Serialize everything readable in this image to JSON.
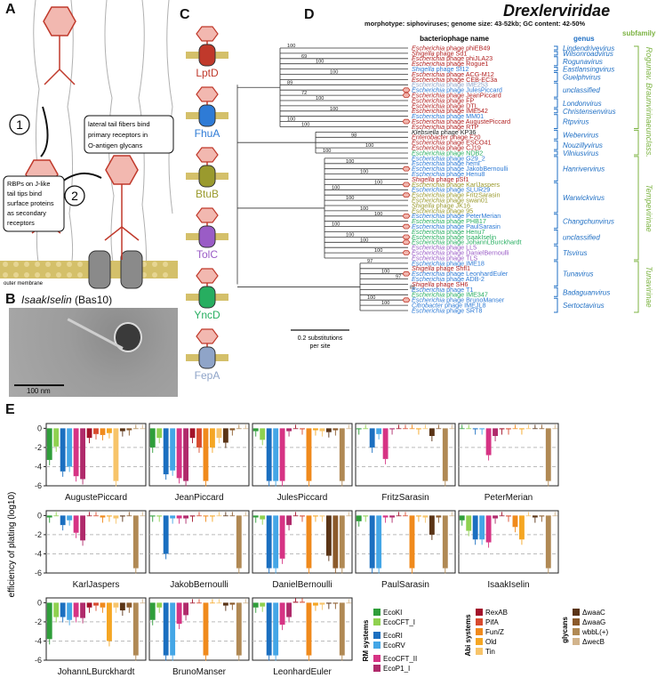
{
  "panels": {
    "A": "A",
    "B": "B",
    "C": "C",
    "D": "D",
    "E": "E"
  },
  "panel_a": {
    "step1": "1",
    "step2": "2",
    "callout1": [
      "lateral tail fibers bind",
      "primary receptors in",
      "O-antigen glycans"
    ],
    "callout2": [
      "RBPs on J-like",
      "tail tips bind",
      "surface proteins",
      "as secondary",
      "receptors"
    ],
    "outer_membrane": "outer membrane"
  },
  "panel_b": {
    "title": "IsaakIselin",
    "subtitle": "(Bas10)",
    "scalebar": "100 nm"
  },
  "panel_c": {
    "receptors": [
      {
        "name": "LptD",
        "color": "#c0392b"
      },
      {
        "name": "FhuA",
        "color": "#2e7bd6"
      },
      {
        "name": "BtuB",
        "color": "#9a9a2e"
      },
      {
        "name": "TolC",
        "color": "#9a5cc6"
      },
      {
        "name": "YncD",
        "color": "#27ae60"
      },
      {
        "name": "FepA",
        "color": "#8fa4c8"
      }
    ]
  },
  "panel_d": {
    "title": "Drexlerviridae",
    "subtitle": "morphotype: siphoviruses; genome size: 43-52kb; GC content: 42-50%",
    "col_name": "bacteriophage name",
    "col_genus": "genus",
    "col_subfamily": "subfamily",
    "scale_label": [
      "0.2 substitutions",
      "per site"
    ],
    "taxa": [
      {
        "host": "Escherichia",
        "rest": " phage phiEB49",
        "color": "#b22222",
        "mark": false
      },
      {
        "host": "Shigella",
        "rest": " phage Sd1",
        "color": "#b22222",
        "mark": false
      },
      {
        "host": "Escherichia",
        "rest": " phage phiJLA23",
        "color": "#b22222",
        "mark": false
      },
      {
        "host": "Escherichia",
        "rest": " phage Rogue1",
        "color": "#b22222",
        "mark": false
      },
      {
        "host": "Shigella",
        "rest": " phage Sf12",
        "color": "#2e7bd6",
        "mark": false
      },
      {
        "host": "Escherichia",
        "rest": " phage ACG-M12",
        "color": "#b22222",
        "mark": false
      },
      {
        "host": "Escherichia",
        "rest": " phage CEB-EC3a",
        "color": "#b22222",
        "mark": false
      },
      {
        "host": "Escherichia",
        "rest": " phage IME253",
        "color": "#8fa4c8",
        "mark": false
      },
      {
        "host": "Escherichia",
        "rest": " phage JulesPiccard",
        "color": "#2e7bd6",
        "mark": true
      },
      {
        "host": "Escherichia",
        "rest": " phage JeanPiccard",
        "color": "#b22222",
        "mark": true
      },
      {
        "host": "Escherichia",
        "rest": " phage FP",
        "color": "#b22222",
        "mark": false
      },
      {
        "host": "Escherichia",
        "rest": " phage DTL",
        "color": "#b22222",
        "mark": false
      },
      {
        "host": "Escherichia",
        "rest": " phage IME542",
        "color": "#b22222",
        "mark": false
      },
      {
        "host": "Escherichia",
        "rest": " phage MM01",
        "color": "#2e7bd6",
        "mark": false
      },
      {
        "host": "Escherichia",
        "rest": " phage AugustePiccard",
        "color": "#b22222",
        "mark": true
      },
      {
        "host": "Escherichia",
        "rest": " phage RTP",
        "color": "#b22222",
        "mark": false
      },
      {
        "host": "Klebsiella",
        "rest": " phage KP36",
        "color": "#222222",
        "mark": false
      },
      {
        "host": "Enterobacter",
        "rest": " phage F20",
        "color": "#b22222",
        "mark": false
      },
      {
        "host": "Escherichia",
        "rest": " phage ESCO41",
        "color": "#b22222",
        "mark": false
      },
      {
        "host": "Escherichia",
        "rest": " phage CJ19",
        "color": "#b22222",
        "mark": false
      },
      {
        "host": "Escherichia",
        "rest": " phage NDB2",
        "color": "#27ae60",
        "mark": false
      },
      {
        "host": "Escherichia",
        "rest": " phage G29_2",
        "color": "#2e7bd6",
        "mark": false
      },
      {
        "host": "Escherichia",
        "rest": " phage hemi",
        "color": "#2e7bd6",
        "mark": false
      },
      {
        "host": "Escherichia",
        "rest": " phage JakobBernoulli",
        "color": "#2e7bd6",
        "mark": true
      },
      {
        "host": "Escherichia",
        "rest": " phage Henu8",
        "color": "#2e7bd6",
        "mark": false
      },
      {
        "host": "Shigella",
        "rest": " phage pSf1",
        "color": "#b22222",
        "mark": false
      },
      {
        "host": "Escherichia",
        "rest": " phage KarlJaspers",
        "color": "#9a9a2e",
        "mark": true
      },
      {
        "host": "Escherichia",
        "rest": " phage SLUR29",
        "color": "#2e7bd6",
        "mark": false
      },
      {
        "host": "Escherichia",
        "rest": " phage FritzSarasin",
        "color": "#9a9a2e",
        "mark": true
      },
      {
        "host": "Escherichia",
        "rest": " phage swan01",
        "color": "#9a9a2e",
        "mark": false
      },
      {
        "host": "Shigella",
        "rest": " phage JK16",
        "color": "#9a9a2e",
        "mark": false
      },
      {
        "host": "Escherichia",
        "rest": " phage 95",
        "color": "#9a9a2e",
        "mark": false
      },
      {
        "host": "Escherichia",
        "rest": " phage PeterMerian",
        "color": "#2e7bd6",
        "mark": true
      },
      {
        "host": "Escherichia",
        "rest": " phage PHB17",
        "color": "#27ae60",
        "mark": false
      },
      {
        "host": "Escherichia",
        "rest": " phage PaulSarasin",
        "color": "#2e7bd6",
        "mark": true
      },
      {
        "host": "Escherichia",
        "rest": " phage Henu7",
        "color": "#27ae60",
        "mark": false
      },
      {
        "host": "Escherichia",
        "rest": " phage IsaakIselin",
        "color": "#27ae60",
        "mark": true
      },
      {
        "host": "Escherichia",
        "rest": " phage JohannLBurckhardt",
        "color": "#27ae60",
        "mark": true
      },
      {
        "host": "Escherichia",
        "rest": " phage LL5",
        "color": "#9a5cc6",
        "mark": false
      },
      {
        "host": "Escherichia",
        "rest": " phage DanielBernoulli",
        "color": "#9a5cc6",
        "mark": true
      },
      {
        "host": "Escherichia",
        "rest": " phage TLS",
        "color": "#9a5cc6",
        "mark": false
      },
      {
        "host": "Escherichia",
        "rest": " phage IME18",
        "color": "#2e7bd6",
        "mark": false
      },
      {
        "host": "Shigella",
        "rest": " phage Shfl1",
        "color": "#b22222",
        "mark": false
      },
      {
        "host": "Escherichia",
        "rest": " phage LeonhardEuler",
        "color": "#2e7bd6",
        "mark": true
      },
      {
        "host": "Escherichia",
        "rest": " phage ADB-2",
        "color": "#2e7bd6",
        "mark": false
      },
      {
        "host": "Shigella",
        "rest": " phage SH6",
        "color": "#b22222",
        "mark": false
      },
      {
        "host": "Escherichia",
        "rest": " phage T1",
        "color": "#2e7bd6",
        "mark": false
      },
      {
        "host": "Escherichia",
        "rest": " phage IME347",
        "color": "#27ae60",
        "mark": false
      },
      {
        "host": "Escherichia",
        "rest": " phage BrunoManser",
        "color": "#2e7bd6",
        "mark": true
      },
      {
        "host": "Citrobacter",
        "rest": " phage IMEJL8",
        "color": "#2e7bd6",
        "mark": false
      },
      {
        "host": "Escherichia",
        "rest": " phage SRT8",
        "color": "#2e7bd6",
        "mark": false
      }
    ],
    "genera": [
      {
        "name": "Lindendrivevirus",
        "from": 0,
        "to": 0
      },
      {
        "name": "Wilsonroadvirus",
        "from": 1,
        "to": 1
      },
      {
        "name": "Rogunavirus",
        "from": 2,
        "to": 3
      },
      {
        "name": "Eastlansingvirus",
        "from": 4,
        "to": 4
      },
      {
        "name": "Guelphvirus",
        "from": 5,
        "to": 6
      },
      {
        "name": "unclassified",
        "from": 7,
        "to": 9
      },
      {
        "name": "Londonvirus",
        "from": 10,
        "to": 11
      },
      {
        "name": "Christensenvirus",
        "from": 12,
        "to": 12
      },
      {
        "name": "Rtpvirus",
        "from": 13,
        "to": 15
      },
      {
        "name": "Webervirus",
        "from": 16,
        "to": 17
      },
      {
        "name": "Nouzillyvirus",
        "from": 18,
        "to": 19
      },
      {
        "name": "Vilniusvirus",
        "from": 20,
        "to": 20
      },
      {
        "name": "Hanrivervirus",
        "from": 21,
        "to": 25
      },
      {
        "name": "Warwickvirus",
        "from": 26,
        "to": 31
      },
      {
        "name": "Changchunvirus",
        "from": 32,
        "to": 34
      },
      {
        "name": "unclassified",
        "from": 35,
        "to": 37
      },
      {
        "name": "Tlsvirus",
        "from": 38,
        "to": 40
      },
      {
        "name": "Tunavirus",
        "from": 41,
        "to": 45
      },
      {
        "name": "Badaguanvirus",
        "from": 46,
        "to": 47
      },
      {
        "name": "Sertoctavirus",
        "from": 48,
        "to": 50
      }
    ],
    "subfamilies": [
      {
        "name": "Rogunav. Braunvirinae",
        "from": 0,
        "to": 15
      },
      {
        "name": "unclass.",
        "from": 16,
        "to": 20
      },
      {
        "name": "Tempevirinae",
        "from": 21,
        "to": 40
      },
      {
        "name": "Tunavirinae",
        "from": 41,
        "to": 50
      }
    ],
    "bootstraps": [
      "100",
      "69",
      "100",
      "100",
      "89",
      "72",
      "100",
      "100",
      "100",
      "100",
      "98",
      "100",
      "100",
      "100",
      "100",
      "100",
      "100",
      "100",
      "100",
      "100",
      "100",
      "100",
      "100",
      "100",
      "97",
      "100",
      "97",
      "81",
      "100",
      "100"
    ]
  },
  "panel_e": {
    "ylabel": "efficiency of plating (log10)",
    "yticks": [
      "0",
      "-2",
      "-4",
      "-6"
    ],
    "legend": {
      "rm_title": "RM systems",
      "abi_title": "Abi systems",
      "glycan_title": "glycans",
      "rm": [
        {
          "name": "EcoKI",
          "color": "#2f9e3a"
        },
        {
          "name": "EcoCFT_I",
          "color": "#8fd14f"
        },
        {
          "name": "EcoRI",
          "color": "#1b6fc0"
        },
        {
          "name": "EcoRV",
          "color": "#44a6e6"
        },
        {
          "name": "EcoCFT_II",
          "color": "#d63384"
        },
        {
          "name": "EcoP1_I",
          "color": "#b02a6b"
        }
      ],
      "abi": [
        {
          "name": "RexAB",
          "color": "#a3122a"
        },
        {
          "name": "PifA",
          "color": "#d84a2e"
        },
        {
          "name": "Fun/Z",
          "color": "#f08a1c"
        },
        {
          "name": "Old",
          "color": "#f5a623"
        },
        {
          "name": "Tin",
          "color": "#f7c46a"
        }
      ],
      "glycans": [
        {
          "name": "ΔwaaC",
          "color": "#5a3416"
        },
        {
          "name": "ΔwaaG",
          "color": "#8b5a2b"
        },
        {
          "name": "wbbL(+)",
          "color": "#b08954"
        },
        {
          "name": "ΔwecB",
          "color": "#d2b48c"
        }
      ]
    }
  },
  "chart_data": {
    "type": "bar",
    "ylabel": "efficiency of plating (log10)",
    "ylim": [
      -6,
      0.5
    ],
    "categories": [
      "EcoKI",
      "EcoCFT_I",
      "EcoRI",
      "EcoRV",
      "EcoCFT_II",
      "EcoP1_I",
      "RexAB",
      "PifA",
      "Fun/Z",
      "Old",
      "Tin",
      "ΔwaaC",
      "ΔwaaG",
      "wbbL(+)",
      "ΔwecB"
    ],
    "series": [
      {
        "name": "AugustePiccard",
        "values": [
          -3.3,
          -1.9,
          -4.5,
          -4.0,
          -5.0,
          -5.3,
          -1.0,
          -0.6,
          -0.7,
          -0.5,
          -5.5,
          -0.3,
          -0.2,
          0.0,
          0.0
        ]
      },
      {
        "name": "JeanPiccard",
        "values": [
          -2.0,
          -1.0,
          -4.8,
          -4.4,
          -5.2,
          -5.5,
          -1.0,
          -2.0,
          -5.5,
          -2.0,
          -1.0,
          -1.5,
          -0.2,
          0.0,
          0.0
        ]
      },
      {
        "name": "JulesPiccard",
        "values": [
          -0.3,
          -1.2,
          -5.5,
          -5.5,
          -5.5,
          -0.3,
          0.0,
          -0.1,
          -5.5,
          -0.2,
          -0.3,
          -0.4,
          -0.2,
          -5.5,
          0.0
        ]
      },
      {
        "name": "FritzSarasin",
        "values": [
          -0.1,
          0.0,
          -2.0,
          -0.6,
          -3.2,
          -0.1,
          0.0,
          0.0,
          0.0,
          -0.1,
          0.0,
          -0.8,
          0.0,
          -5.5,
          0.0
        ]
      },
      {
        "name": "PeterMerian",
        "values": [
          0.0,
          0.0,
          -0.1,
          -0.1,
          -2.8,
          -0.8,
          -0.1,
          -0.1,
          0.0,
          -0.1,
          0.0,
          0.0,
          0.0,
          -5.5,
          0.0
        ]
      },
      {
        "name": "KarlJaspers",
        "values": [
          -0.2,
          0.0,
          -1.0,
          -0.5,
          -1.8,
          -2.6,
          0.0,
          0.0,
          -0.2,
          -0.1,
          -0.3,
          -0.1,
          0.0,
          -5.5,
          0.0
        ]
      },
      {
        "name": "JakobBernoulli",
        "values": [
          -0.1,
          -0.1,
          -4.0,
          -0.3,
          -0.3,
          -0.3,
          -0.1,
          0.0,
          -0.1,
          -0.1,
          0.0,
          0.0,
          0.0,
          -5.5,
          0.0
        ]
      },
      {
        "name": "DanielBernoulli",
        "values": [
          -0.2,
          -0.4,
          -5.5,
          -5.5,
          -4.5,
          -1.0,
          0.0,
          -0.1,
          -5.5,
          -0.1,
          -0.1,
          -4.2,
          -5.5,
          -5.5,
          0.0
        ]
      },
      {
        "name": "PaulSarasin",
        "values": [
          -0.6,
          -0.1,
          -5.5,
          -5.5,
          -0.2,
          -0.2,
          0.0,
          0.0,
          -5.5,
          -0.1,
          -0.2,
          -2.0,
          -0.2,
          -5.5,
          0.0
        ]
      },
      {
        "name": "IsaakIselin",
        "values": [
          -0.5,
          -1.6,
          -2.5,
          -2.5,
          -2.8,
          -0.3,
          0.0,
          -0.1,
          -1.2,
          -2.5,
          0.0,
          -0.2,
          -0.1,
          -5.5,
          0.0
        ]
      },
      {
        "name": "JohannLBurckhardt",
        "values": [
          -3.8,
          -1.5,
          -1.5,
          -1.8,
          -1.5,
          -1.6,
          -0.5,
          -0.3,
          -0.5,
          -4.0,
          -0.5,
          -0.8,
          -0.5,
          -5.5,
          0.0
        ]
      },
      {
        "name": "BrunoManser",
        "values": [
          -1.8,
          -0.5,
          -5.5,
          -5.5,
          -2.2,
          -1.3,
          0.0,
          0.0,
          -5.5,
          0.0,
          0.0,
          -0.3,
          -0.2,
          -5.5,
          0.0
        ]
      },
      {
        "name": "LeonhardEuler",
        "values": [
          -0.5,
          -0.4,
          -5.5,
          -5.5,
          -2.3,
          -1.5,
          0.1,
          0.1,
          -5.5,
          -0.3,
          -0.2,
          -0.1,
          -0.1,
          -5.5,
          0.0
        ]
      }
    ]
  }
}
